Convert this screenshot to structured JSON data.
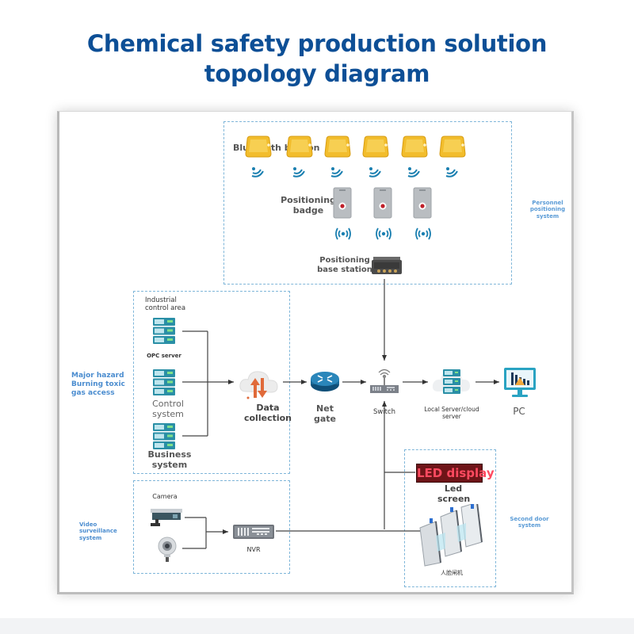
{
  "title": {
    "line1": "Chemical safety production solution",
    "line2": "topology diagram"
  },
  "zones": {
    "personnel": {
      "label": "Personnel positioning system"
    },
    "industrial": {
      "label": "Major hazard Burning toxic gas access",
      "inner_title": "Industrial control area"
    },
    "video": {
      "label": "Video surveillance system"
    },
    "door": {
      "label": "Second door system"
    }
  },
  "nodes": {
    "bluetooth_beacon": {
      "label": "Bluetooth beacon",
      "count": 6,
      "icon": "beacon-icon"
    },
    "positioning_badge": {
      "label": "Positioning badge",
      "count": 3,
      "icon": "badge-icon"
    },
    "base_station": {
      "label": "Positioning base station",
      "icon": "base-station-icon"
    },
    "opc_server": {
      "label": "OPC server",
      "icon": "server-icon"
    },
    "control_system": {
      "label": "Control system",
      "icon": "server-icon"
    },
    "business_system": {
      "label": "Business system",
      "icon": "server-icon"
    },
    "data_collection": {
      "label": "Data collection",
      "icon": "cloud-transfer-icon"
    },
    "net_gate": {
      "label": "Net gate",
      "icon": "router-icon"
    },
    "switch": {
      "label": "Switch",
      "icon": "switch-icon"
    },
    "local_server": {
      "label": "Local Server/cloud server",
      "icon": "cloud-server-icon"
    },
    "pc": {
      "label": "PC",
      "icon": "monitor-icon"
    },
    "camera": {
      "label": "Camera",
      "icon": "camera-icon"
    },
    "nvr": {
      "label": "NVR",
      "icon": "nvr-icon"
    },
    "led_display": {
      "text": "LED display",
      "icon": "led-display-icon"
    },
    "led_screen": {
      "label": "Led screen"
    },
    "face_gate": {
      "label": "人脸闸机",
      "icon": "turnstile-icon"
    }
  },
  "colors": {
    "title": "#0d4f96",
    "zone_border": "#7fb6d9",
    "side_label": "#4a8ccf",
    "node_label": "#4a4a4a",
    "server": "#2a8fa6",
    "beacon": "#f2bd2c",
    "led_bg": "#6e1418",
    "led_text": "#ff4a60",
    "router": "#1a6a98",
    "arrow": "#e06a3a"
  }
}
